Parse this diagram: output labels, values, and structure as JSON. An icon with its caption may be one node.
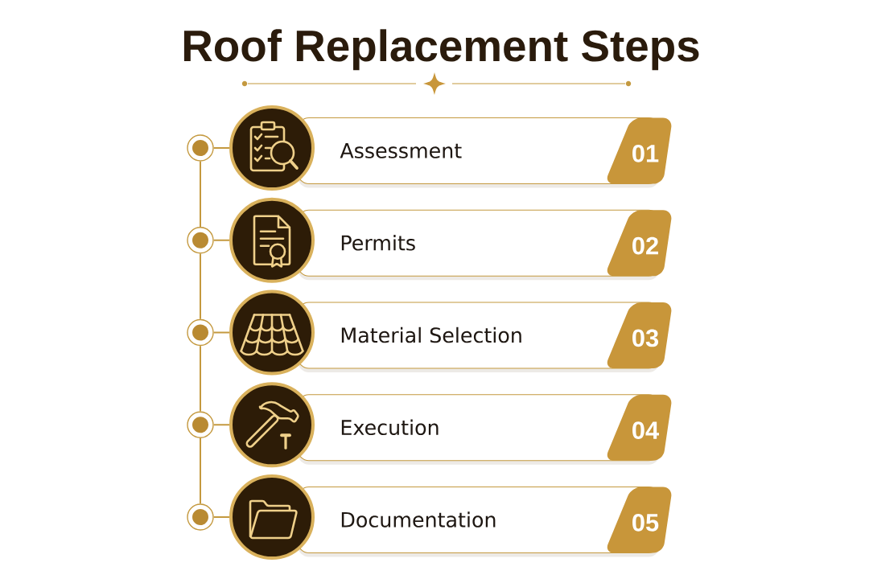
{
  "diagram": {
    "title": "Roof Replacement Steps",
    "nodes": [
      {
        "text": [],
        "shape": "circle"
      },
      {
        "text": [],
        "shape": "circle"
      },
      {
        "text": [
          "Assessment",
          "01"
        ]
      },
      {
        "text": [],
        "shape": "circle"
      },
      {
        "text": [],
        "shape": "circle"
      },
      {
        "text": [
          "Permits",
          "02"
        ]
      },
      {
        "text": [],
        "shape": "circle"
      },
      {
        "text": [],
        "shape": "circle"
      },
      {
        "text": [
          "Material Selection",
          "03"
        ]
      },
      {
        "text": [],
        "shape": "circle"
      },
      {
        "text": [],
        "shape": "circle"
      },
      {
        "text": [
          "Execution",
          "04"
        ]
      },
      {
        "text": [],
        "shape": "circle"
      },
      {
        "text": [],
        "shape": "circle"
      },
      {
        "text": [
          "Documentation",
          "05"
        ]
      }
    ],
    "edges": [
      {
        "from": 0,
        "to": 1,
        "arrow": "none"
      },
      {
        "from": 0,
        "to": 3,
        "arrow": "none"
      },
      {
        "from": 3,
        "to": 4,
        "arrow": "none"
      },
      {
        "from": 3,
        "to": 6,
        "arrow": "none"
      },
      {
        "from": 6,
        "to": 7,
        "arrow": "none"
      },
      {
        "from": 6,
        "to": 9,
        "arrow": "none"
      },
      {
        "from": 9,
        "to": 10,
        "arrow": "none"
      },
      {
        "from": 9,
        "to": 12,
        "arrow": "none"
      },
      {
        "from": 12,
        "to": 13,
        "arrow": "none"
      }
    ]
  }
}
